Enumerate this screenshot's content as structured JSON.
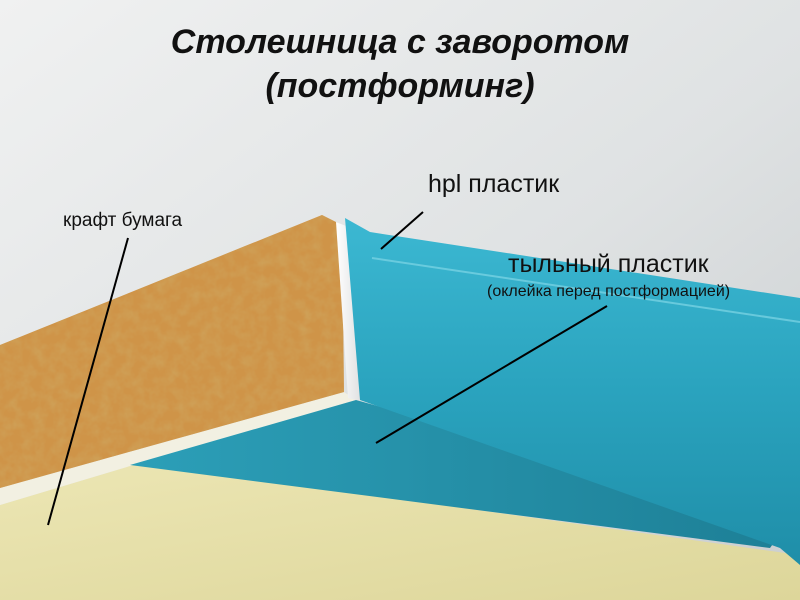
{
  "title": {
    "line1": "Столешница с заворотом",
    "line2": "(постформинг)"
  },
  "labels": {
    "kraft": "крафт бумага",
    "hpl": "hpl пластик",
    "back": "тыльный пластик",
    "back_note": "(оклейка перед постформацией)"
  },
  "colors": {
    "background": "#dcdfe0",
    "underside": "#e6e0a6",
    "core": "#cf9448",
    "hpl": "#2aa3be",
    "kraft_layer": "#f4f4f2",
    "leader_line": "#000000"
  }
}
